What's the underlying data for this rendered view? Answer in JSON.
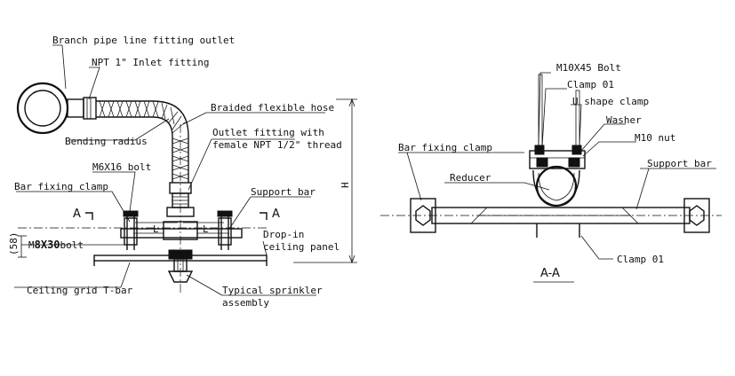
{
  "left_view": {
    "labels": {
      "branch_outlet": "Branch pipe line fitting outlet",
      "npt_inlet": "NPT 1\" Inlet fitting",
      "braided_hose": "Braided flexible hose",
      "bending_radius": "Bending radius",
      "outlet_fitting_line1": "Outlet fitting with",
      "outlet_fitting_line2": "female NPT 1/2\" thread",
      "m6x16_bolt": "M6X16 bolt",
      "bar_fixing_clamp": "Bar fixing clamp",
      "support_bar": "Support bar",
      "bolt_prefix": "M",
      "bolt_size": "8X30",
      "bolt_suffix": "bolt",
      "drop_in_line1": "Drop-in",
      "drop_in_line2": "ceiling panel",
      "ceiling_grid": "Ceiling grid T-bar",
      "sprinkler_line1": "Typical sprinkler",
      "sprinkler_line2": "assembly",
      "section_a_left": "A",
      "section_a_right": "A",
      "dim_h": "H",
      "dim_small": "(58)",
      "dim_l1": "L",
      "dim_l2": "L"
    }
  },
  "right_view": {
    "labels": {
      "m10x45_bolt": "M10X45 Bolt",
      "clamp_01_top": "Clamp 01",
      "u_shape_clamp": "U shape clamp",
      "washer": "Washer",
      "m10_nut": "M10 nut",
      "bar_fixing_clamp": "Bar fixing clamp",
      "support_bar": "Support bar",
      "reducer": "Reducer",
      "clamp_01_bottom": "Clamp 01",
      "section_title": "A-A"
    }
  }
}
